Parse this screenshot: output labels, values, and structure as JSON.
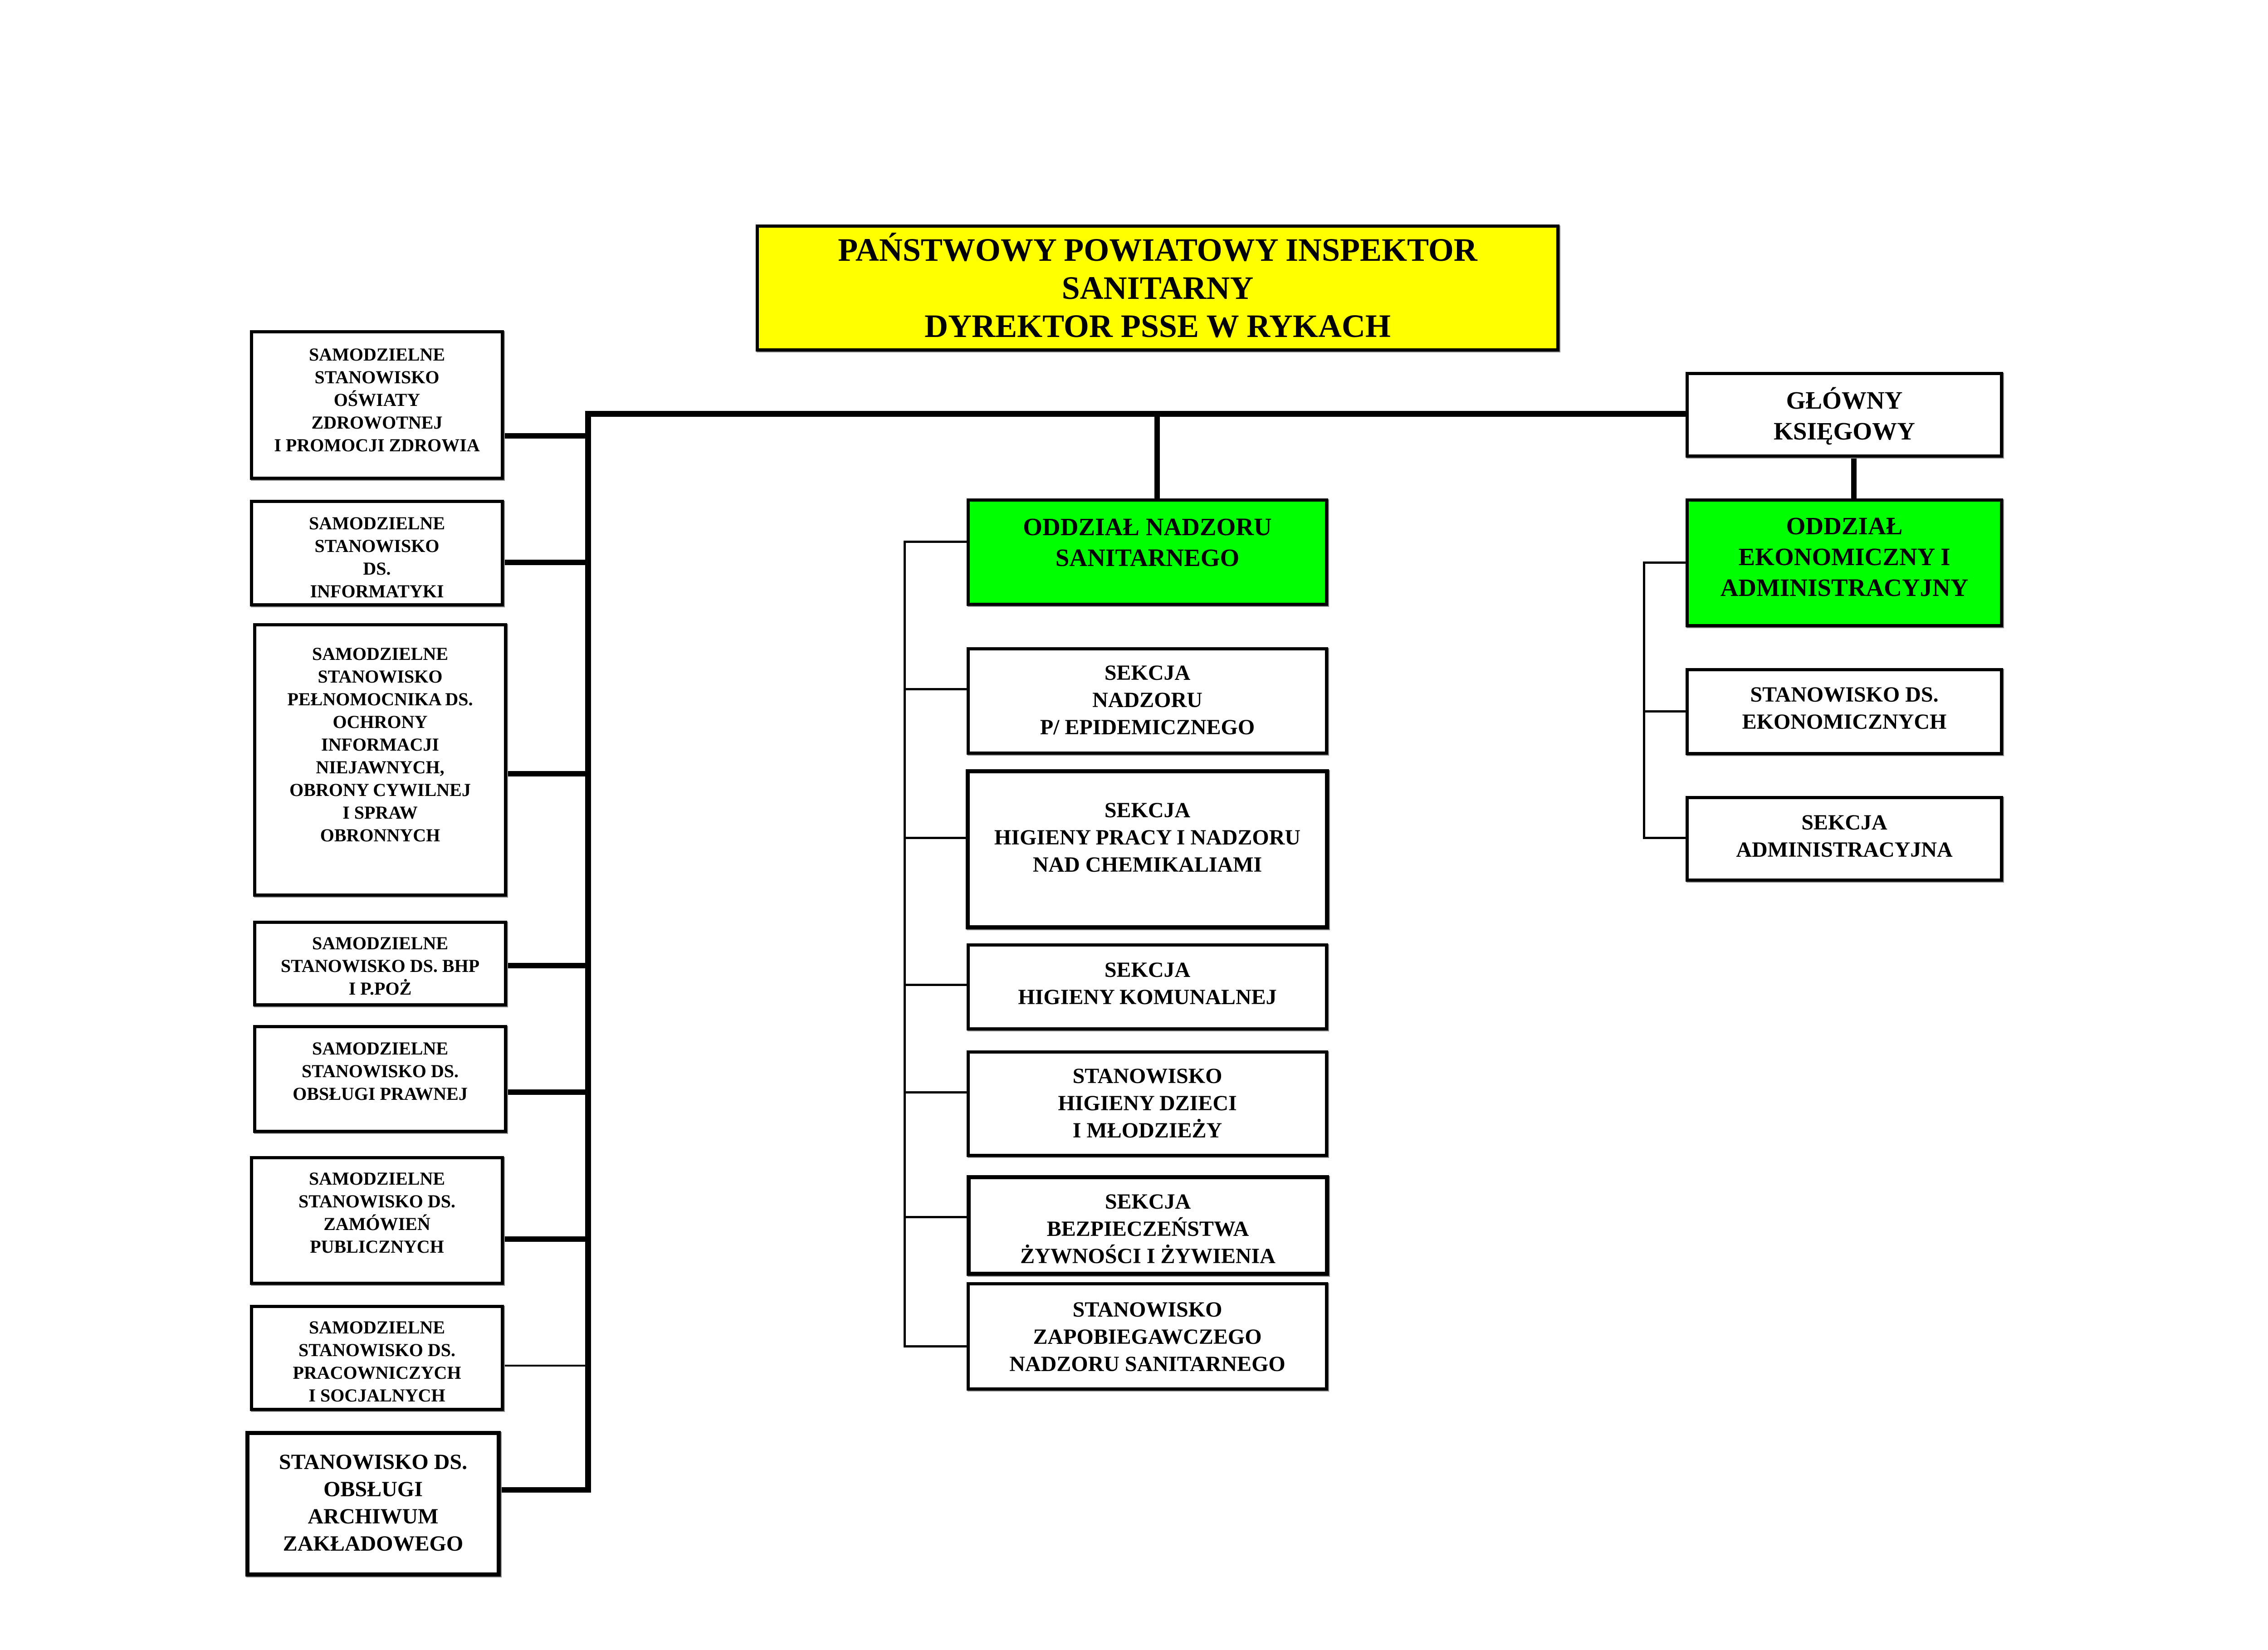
{
  "colors": {
    "director_fill": "#ffff00",
    "department_fill": "#00ff00",
    "box_fill": "#ffffff",
    "line": "#000000"
  },
  "director": {
    "lines": [
      "PAŃSTWOWY POWIATOWY INSPEKTOR",
      "SANITARNY",
      "DYREKTOR PSSE W RYKACH"
    ]
  },
  "independent_posts": [
    {
      "lines": [
        "SAMODZIELNE",
        "STANOWISKO",
        "OŚWIATY",
        "ZDROWOTNEJ",
        "I PROMOCJI ZDROWIA"
      ]
    },
    {
      "lines": [
        "SAMODZIELNE",
        "STANOWISKO",
        "DS.",
        "INFORMATYKI"
      ]
    },
    {
      "lines": [
        "SAMODZIELNE",
        "STANOWISKO",
        "PEŁNOMOCNIKA DS.",
        "OCHRONY",
        "INFORMACJI",
        "NIEJAWNYCH,",
        "OBRONY CYWILNEJ",
        "I SPRAW",
        "OBRONNYCH"
      ]
    },
    {
      "lines": [
        "SAMODZIELNE",
        "STANOWISKO DS. BHP",
        "I P.POŻ"
      ]
    },
    {
      "lines": [
        "SAMODZIELNE",
        "STANOWISKO DS.",
        "OBSŁUGI PRAWNEJ"
      ]
    },
    {
      "lines": [
        "SAMODZIELNE",
        "STANOWISKO  DS.",
        "ZAMÓWIEŃ",
        "PUBLICZNYCH"
      ]
    },
    {
      "lines": [
        "SAMODZIELNE",
        "STANOWISKO DS.",
        "PRACOWNICZYCH",
        "I SOCJALNYCH"
      ]
    },
    {
      "lines": [
        "STANOWISKO DS.",
        "OBSŁUGI",
        "ARCHIWUM",
        "ZAKŁADOWEGO"
      ]
    }
  ],
  "sanitary_department": {
    "head": {
      "lines": [
        "ODDZIAŁ NADZORU",
        "SANITARNEGO"
      ]
    },
    "units": [
      {
        "lines": [
          "SEKCJA",
          "NADZORU",
          "P/ EPIDEMICZNEGO"
        ]
      },
      {
        "lines": [
          "SEKCJA",
          "HIGIENY PRACY I NADZORU",
          "NAD CHEMIKALIAMI"
        ]
      },
      {
        "lines": [
          "SEKCJA",
          "HIGIENY KOMUNALNEJ"
        ]
      },
      {
        "lines": [
          "STANOWISKO",
          "HIGIENY DZIECI",
          "I MŁODZIEŻY"
        ]
      },
      {
        "lines": [
          "SEKCJA",
          "BEZPIECZEŃSTWA",
          "ŻYWNOŚCI I ŻYWIENIA"
        ]
      },
      {
        "lines": [
          "STANOWISKO",
          "ZAPOBIEGAWCZEGO",
          "NADZORU SANITARNEGO"
        ]
      }
    ]
  },
  "chief_accountant": {
    "lines": [
      "GŁÓWNY",
      "KSIĘGOWY"
    ]
  },
  "economic_department": {
    "head": {
      "lines": [
        "ODDZIAŁ",
        "EKONOMICZNY I",
        "ADMINISTRACYJNY"
      ]
    },
    "units": [
      {
        "lines": [
          "STANOWISKO DS.",
          "EKONOMICZNYCH"
        ]
      },
      {
        "lines": [
          "SEKCJA",
          "ADMINISTRACYJNA"
        ]
      }
    ]
  }
}
